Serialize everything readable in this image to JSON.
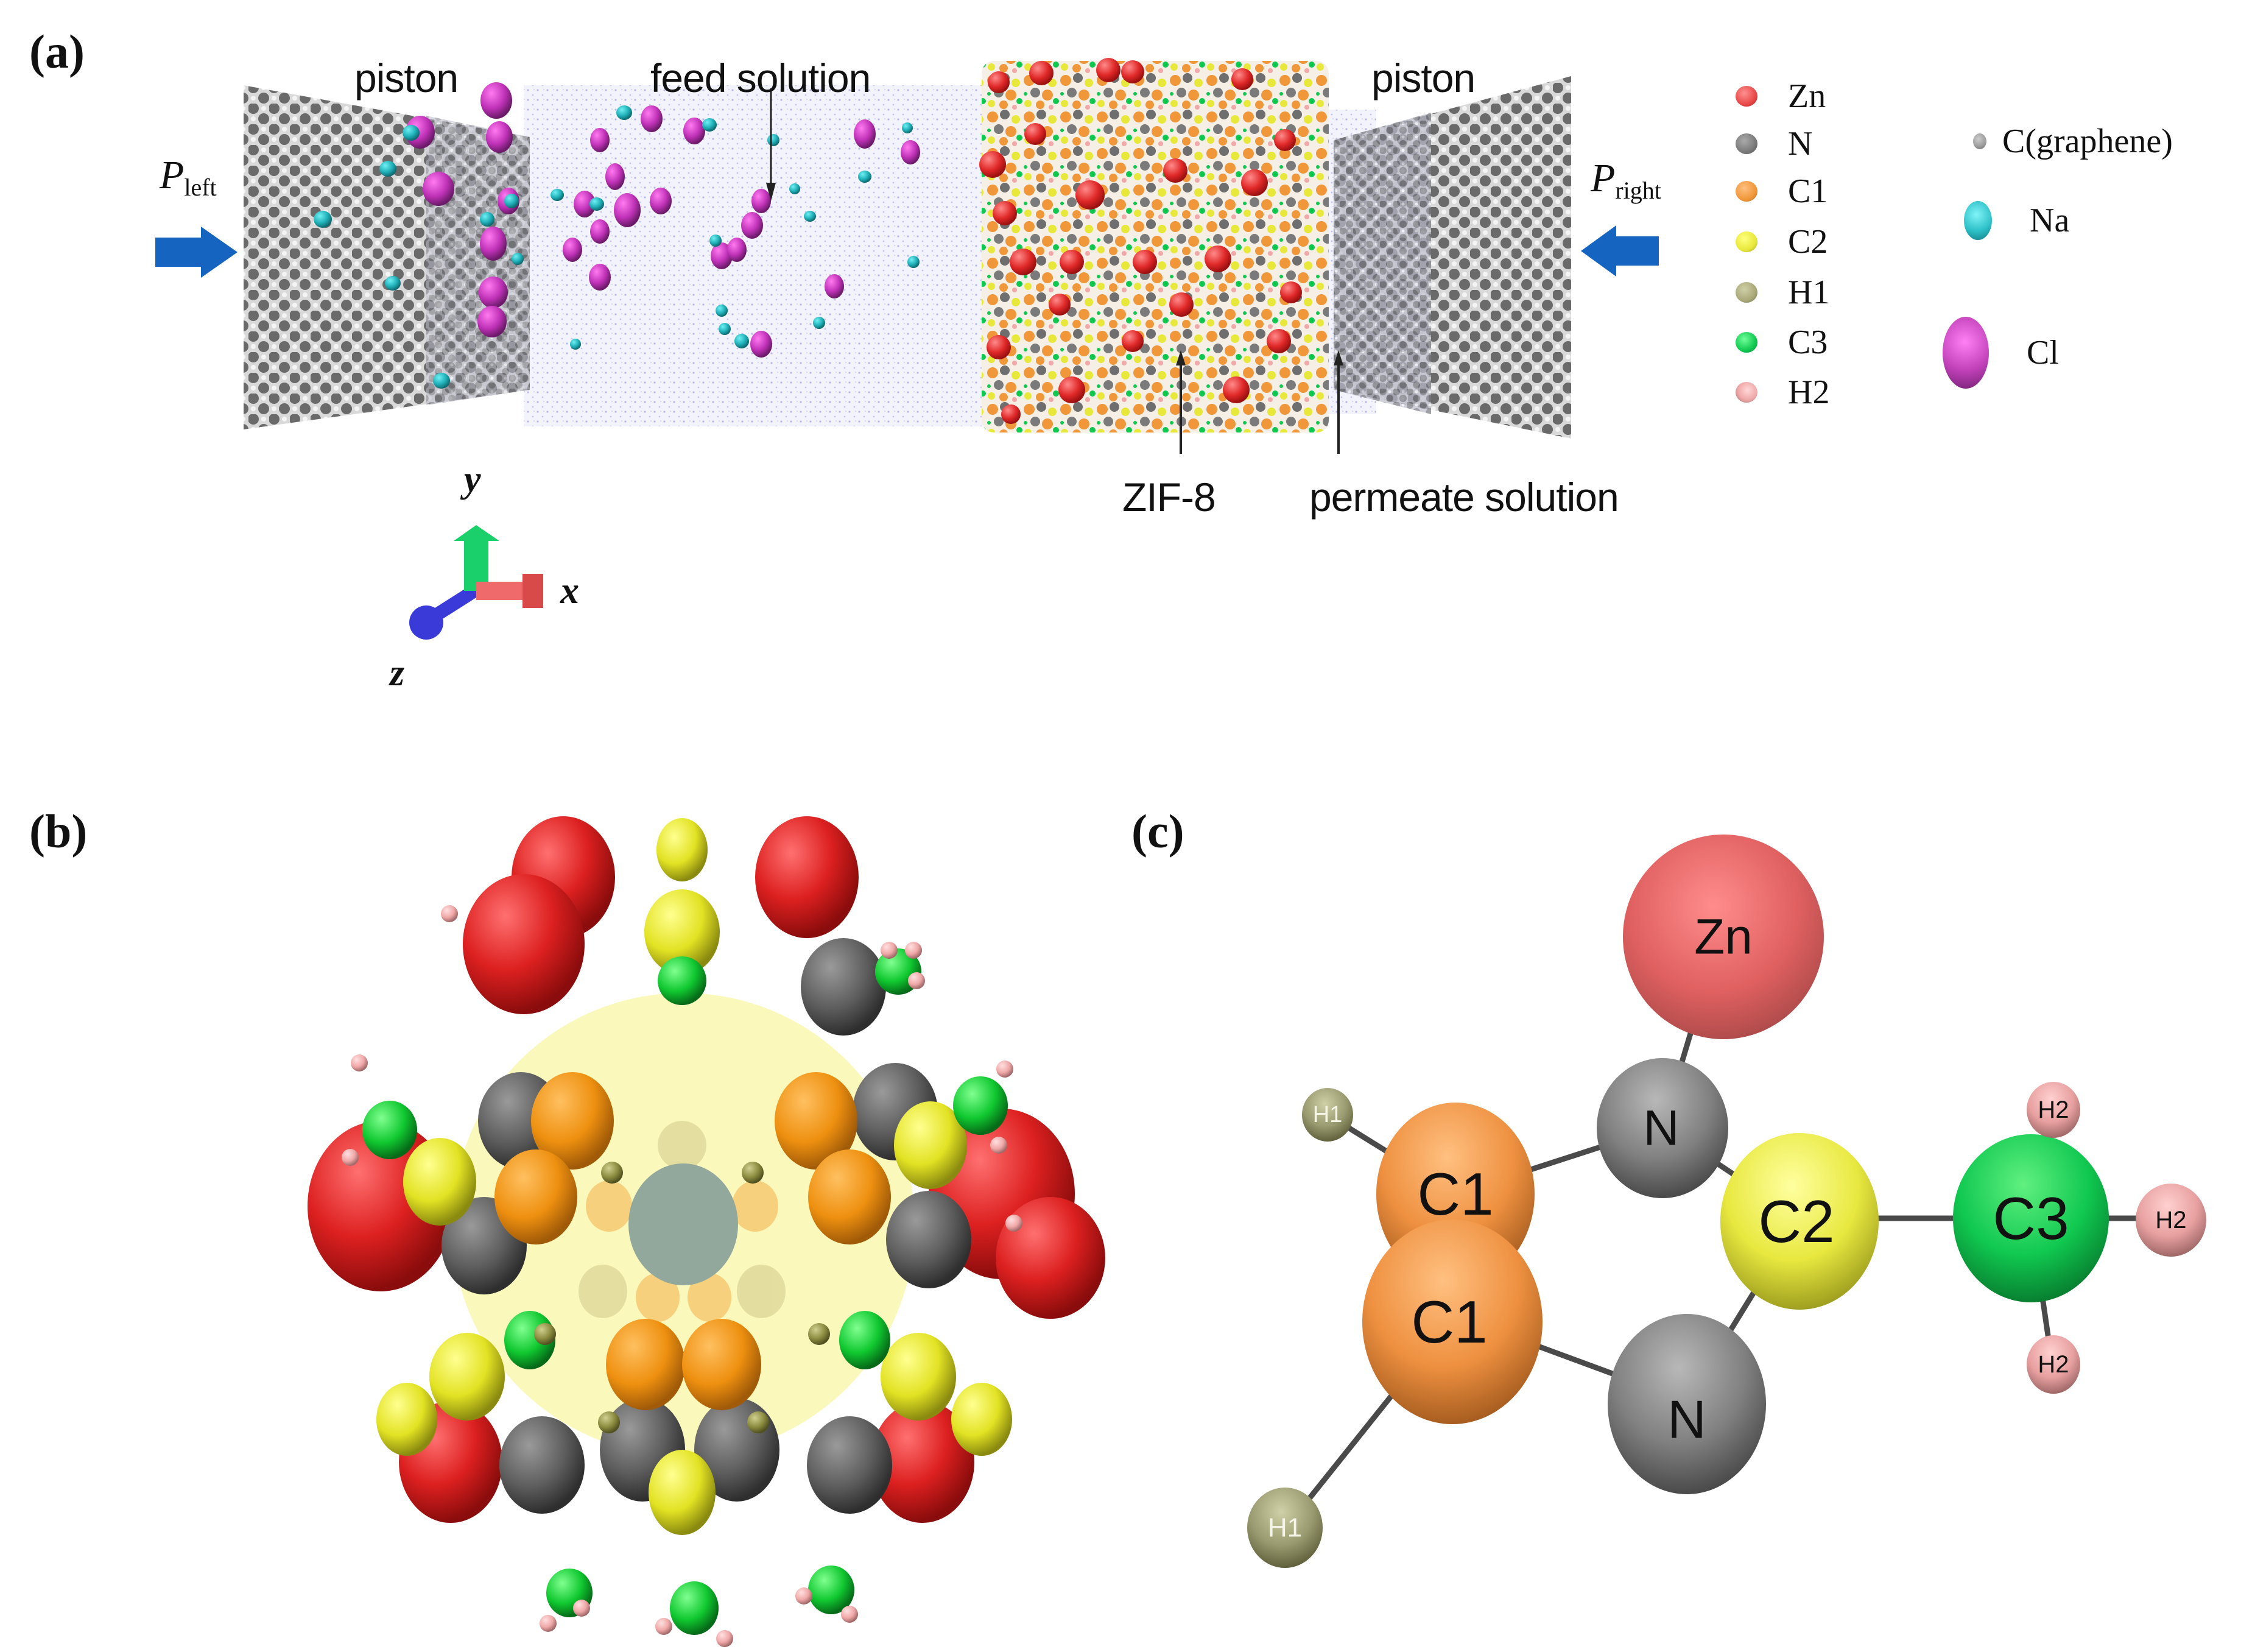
{
  "figure": {
    "panels": [
      {
        "id": "a",
        "label": "(a)"
      },
      {
        "id": "b",
        "label": "(b)"
      },
      {
        "id": "c",
        "label": "(c)"
      }
    ]
  },
  "panel_a": {
    "label": "(a)",
    "annotations": {
      "piston_left": "piston",
      "feed_solution": "feed solution",
      "piston_right": "piston",
      "zif8": "ZIF-8",
      "permeate_solution": "permeate solution"
    },
    "pressure": {
      "left_symbol": "P",
      "left_subscript": "left",
      "right_symbol": "P",
      "right_subscript": "right",
      "arrow_color": "#1565c0"
    },
    "axes": {
      "x": "x",
      "y": "y",
      "z": "z",
      "x_color": "#e85a5a",
      "y_color": "#19d06a",
      "z_color": "#3a3ad8"
    },
    "legend_zif8": [
      {
        "label": "Zn",
        "color": "#e84848"
      },
      {
        "label": "N",
        "color": "#7a7a7a"
      },
      {
        "label": "C1",
        "color": "#f0973a"
      },
      {
        "label": "C2",
        "color": "#e8e83a"
      },
      {
        "label": "H1",
        "color": "#a8a878"
      },
      {
        "label": "C3",
        "color": "#10c850"
      },
      {
        "label": "H2",
        "color": "#f0a8a8"
      }
    ],
    "legend_other": [
      {
        "label": "C(graphene)",
        "color": "#9a9a9a"
      },
      {
        "label": "Na",
        "color": "#2ec0c8"
      },
      {
        "label": "Cl",
        "color": "#c040b8"
      }
    ]
  },
  "panel_b": {
    "label": "(b)",
    "description": "ZIF-8 pore aperture view with atoms colored by legend; central pore marked"
  },
  "panel_c": {
    "label": "(c)",
    "atoms": [
      {
        "id": "zn",
        "label": "Zn",
        "color": "#e06060"
      },
      {
        "id": "n_top",
        "label": "N",
        "color": "#808080"
      },
      {
        "id": "c1_top",
        "label": "C1",
        "color": "#ee9040"
      },
      {
        "id": "h1_top",
        "label": "H1",
        "color": "#9a9a70"
      },
      {
        "id": "c1_bottom",
        "label": "C1",
        "color": "#ee9040"
      },
      {
        "id": "h1_bottom",
        "label": "H1",
        "color": "#8a8a60"
      },
      {
        "id": "n_bottom",
        "label": "N",
        "color": "#7a7a7a"
      },
      {
        "id": "c2",
        "label": "C2",
        "color": "#e8e840"
      },
      {
        "id": "c3",
        "label": "C3",
        "color": "#10c850"
      },
      {
        "id": "h2_top",
        "label": "H2",
        "color": "#e8a0a0"
      },
      {
        "id": "h2_right",
        "label": "H2",
        "color": "#e09090"
      },
      {
        "id": "h2_bottom",
        "label": "H2",
        "color": "#e8a0a0"
      }
    ]
  }
}
